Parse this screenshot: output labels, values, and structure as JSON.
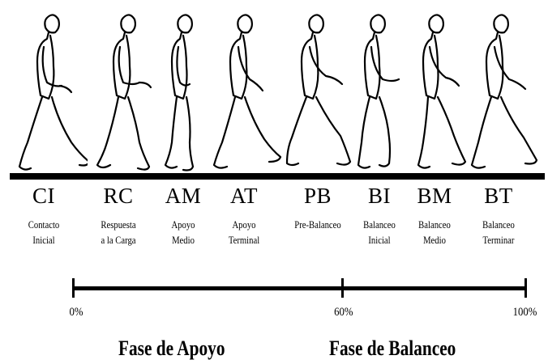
{
  "phases": [
    {
      "abbr": "CI",
      "name": "Contacto\nInicial"
    },
    {
      "abbr": "RC",
      "name": "Respuesta\na la Carga"
    },
    {
      "abbr": "AM",
      "name": "Apoyo\nMedio"
    },
    {
      "abbr": "AT",
      "name": "Apoyo\nTerminal"
    },
    {
      "abbr": "PB",
      "name": "Pre-Balanceo"
    },
    {
      "abbr": "BI",
      "name": "Balanceo\nInicial"
    },
    {
      "abbr": "BM",
      "name": "Balanceo\nMedio"
    },
    {
      "abbr": "BT",
      "name": "Balanceo\nTerminar"
    }
  ],
  "timeline": {
    "ticks": [
      {
        "label": "0%",
        "value": 0
      },
      {
        "label": "60%",
        "value": 60
      },
      {
        "label": "100%",
        "value": 100
      }
    ],
    "fase_apoyo": "Fase de Apoyo",
    "fase_balanceo": "Fase de Balanceo"
  },
  "colors": {
    "ink": "#000000",
    "background": "#ffffff"
  }
}
